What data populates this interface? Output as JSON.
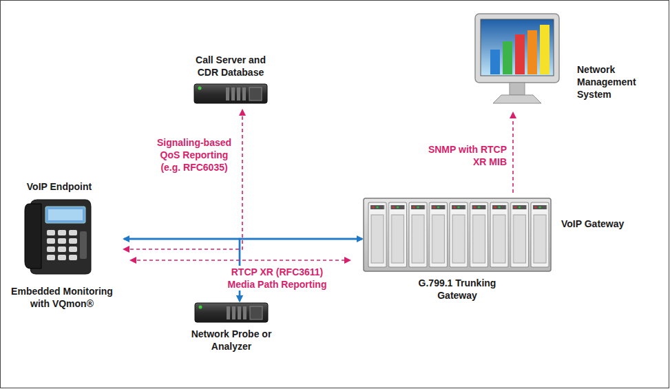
{
  "diagram": {
    "nodes": [
      {
        "text": [
          "Call Server and CDR Database"
        ]
      },
      {
        "text": [
          "Network Management System"
        ]
      },
      {
        "text": [
          "VoIP Endpoint",
          "Embedded Monitoring with VQmon®"
        ]
      },
      {
        "text": [
          "VoIP Gateway",
          "G.799.1 Trunking Gateway"
        ]
      },
      {
        "text": [
          "Network Probe or Analyzer"
        ]
      }
    ],
    "edges": [
      {
        "from": 2,
        "to": 3,
        "arrow": "both"
      },
      {
        "from": 2,
        "to": 4,
        "arrow": "to"
      },
      {
        "from": 3,
        "to": 4,
        "arrow": "to"
      },
      {
        "from": 0,
        "to": 2,
        "label": "Signaling-based QoS Reporting (e.g. RFC6035)",
        "arrow": "both"
      },
      {
        "from": 2,
        "to": 3,
        "label": "RTCP XR (RFC3611) Media Path Reporting",
        "arrow": "both"
      },
      {
        "from": 3,
        "to": 1,
        "label": "SNMP with RTCP XR MIB",
        "arrow": "to"
      }
    ]
  }
}
